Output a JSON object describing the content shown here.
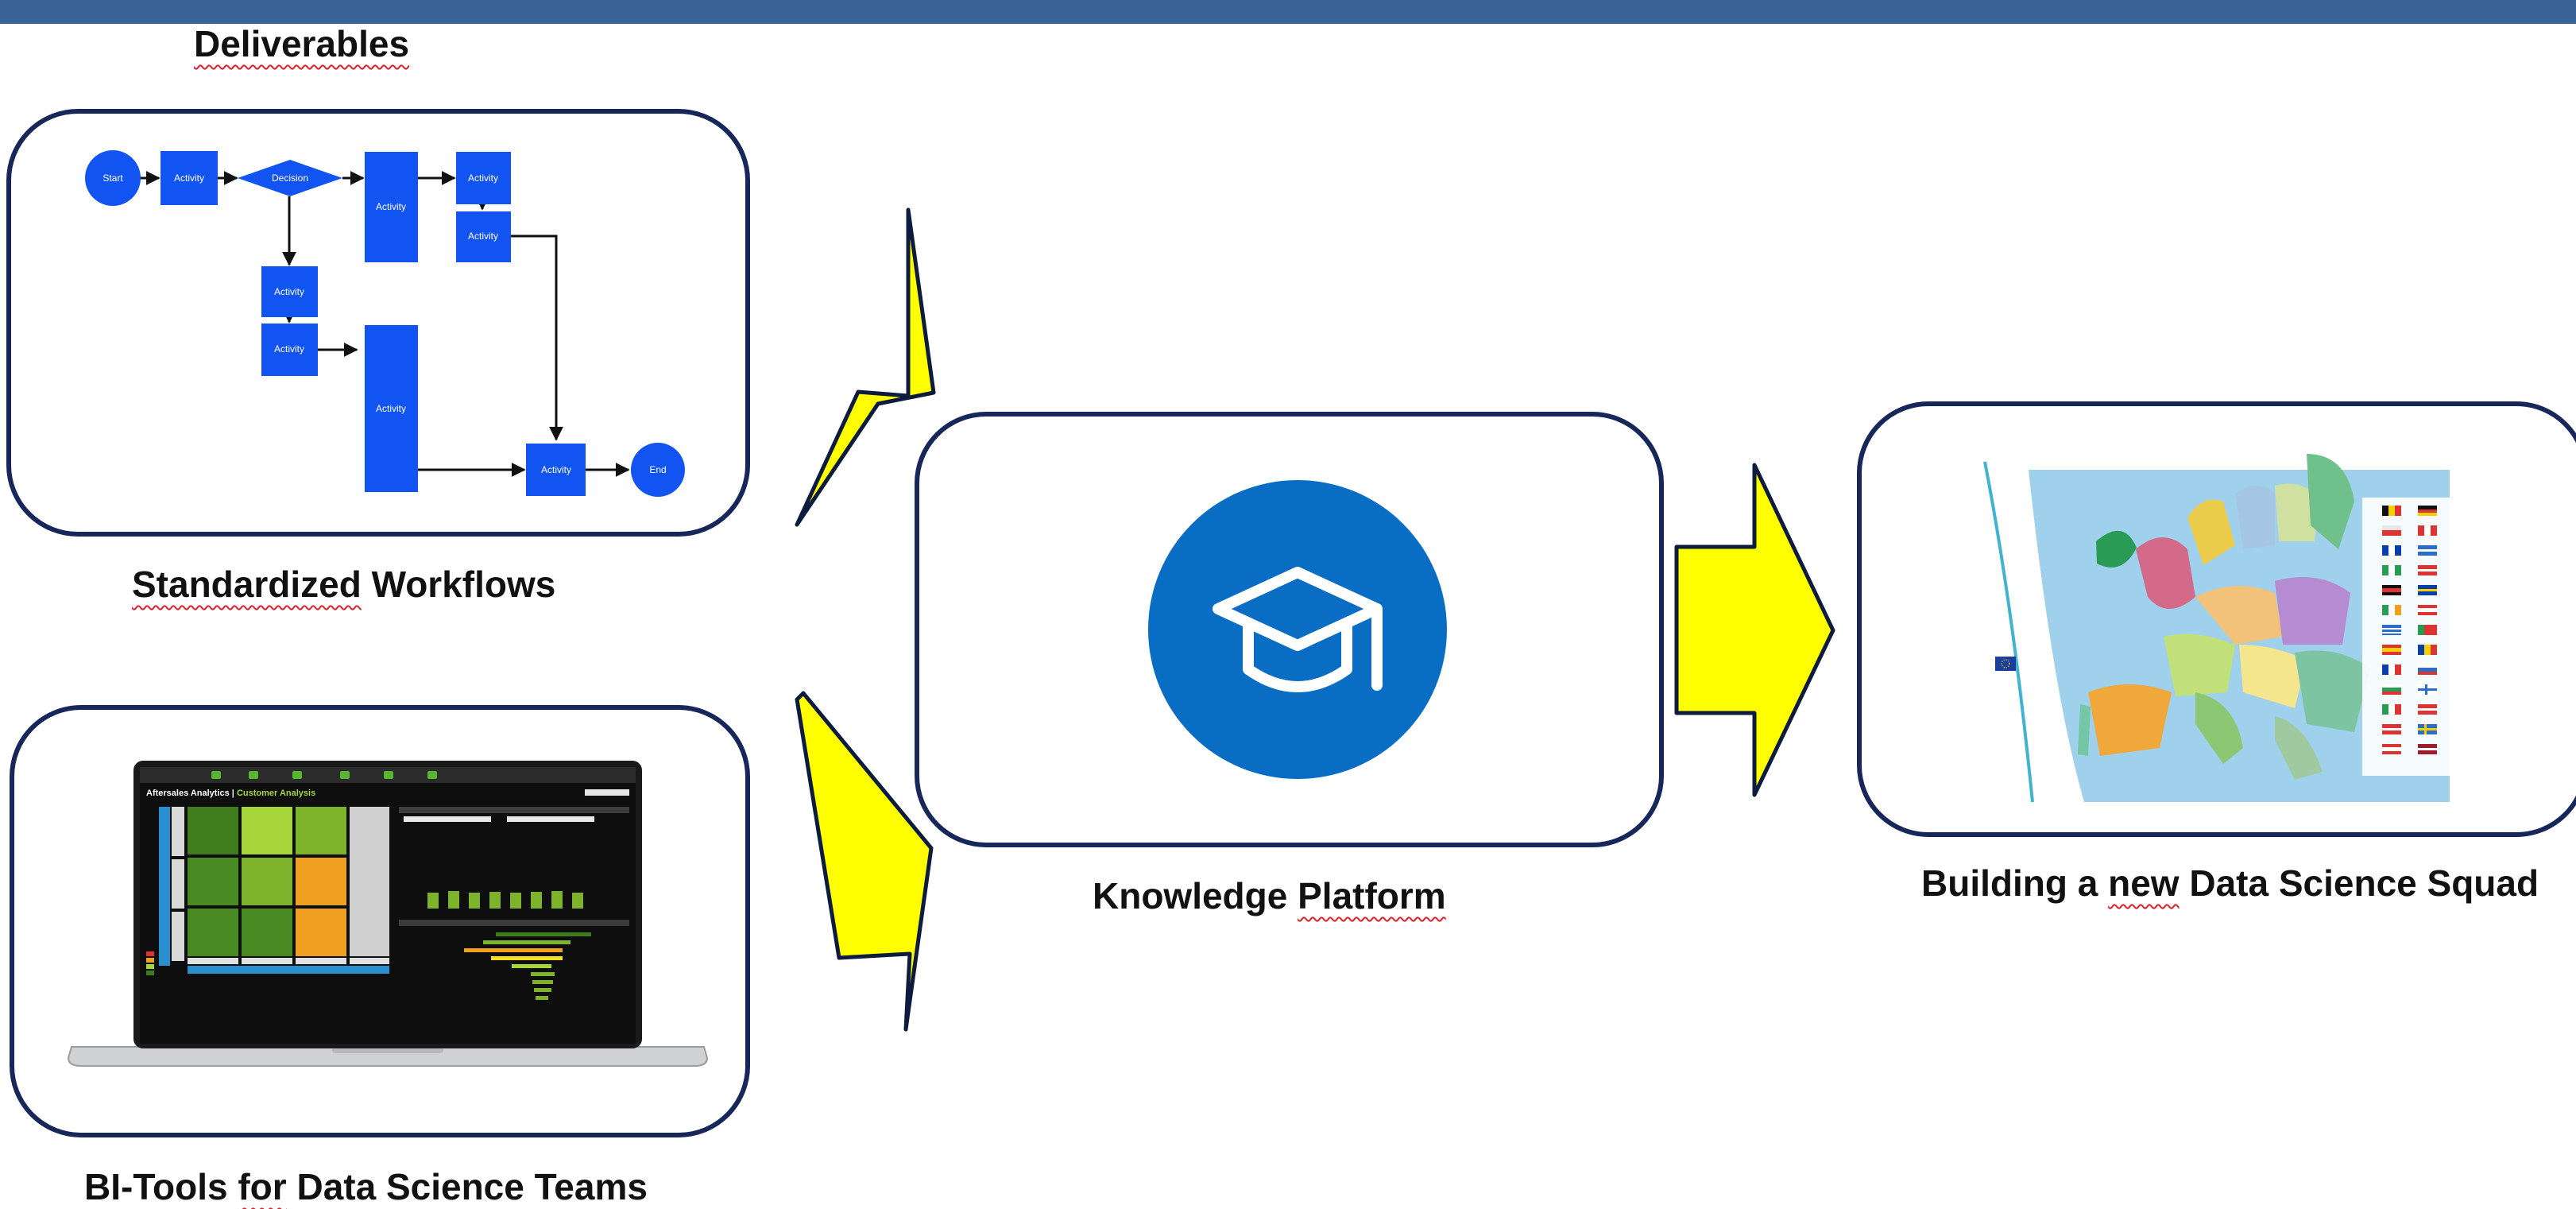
{
  "title": "Deliverables",
  "workflow": {
    "caption_word1": "Standardized",
    "caption_word2": "Workflows",
    "nodes": {
      "start": "Start",
      "activity": "Activity",
      "decision": "Decision",
      "end": "End"
    }
  },
  "bi_tools": {
    "caption_word1": "BI-Tools",
    "caption_word2": "for",
    "caption_rest": "Data Science Teams",
    "screen_title_part1": "Aftersales Analytics |",
    "screen_title_part2": "Customer Analysis"
  },
  "platform": {
    "caption_word1": "Knowledge",
    "caption_word2": "Platform",
    "icon": "graduation-cap-icon"
  },
  "squad": {
    "caption_part1": "Building a",
    "caption_word2": "new",
    "caption_part3": "Data Science Squad"
  },
  "colors": {
    "header_bar": "#3a6398",
    "box_border": "#17275a",
    "flow_node": "#1254f2",
    "arrow_fill": "#ffff00",
    "icon_circle": "#0a6dc4",
    "spellcheck_underline": "#d9232d"
  }
}
